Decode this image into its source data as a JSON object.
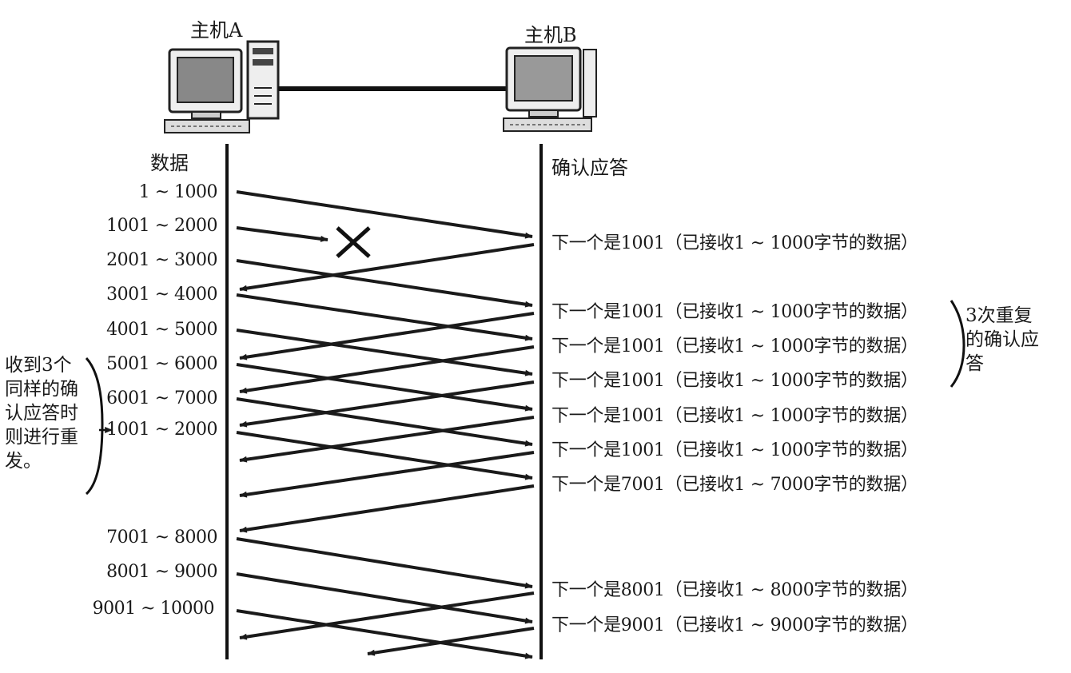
{
  "hosts": {
    "a_label": "主机A",
    "b_label": "主机B"
  },
  "columns": {
    "data_label": "数据",
    "ack_label": "确认应答"
  },
  "segments": [
    "1 ~ 1000",
    "1001 ~ 2000",
    "2001 ~ 3000",
    "3001 ~ 4000",
    "4001 ~ 5000",
    "5001 ~ 6000",
    "6001 ~ 7000",
    "1001 ~ 2000",
    "7001 ~ 8000",
    "8001 ~ 9000",
    "9001 ~ 10000"
  ],
  "acks": [
    "下一个是1001（已接收1 ~ 1000字节的数据）",
    "下一个是1001（已接收1 ~ 1000字节的数据）",
    "下一个是1001（已接收1 ~ 1000字节的数据）",
    "下一个是1001（已接收1 ~ 1000字节的数据）",
    "下一个是1001（已接收1 ~ 1000字节的数据）",
    "下一个是1001（已接收1 ~ 1000字节的数据）",
    "下一个是7001（已接收1 ~ 7000字节的数据）",
    "下一个是8001（已接收1 ~ 8000字节的数据）",
    "下一个是9001（已接收1 ~ 9000字节的数据）"
  ],
  "notes": {
    "left": "收到3个同样的确认应答时则进行重发。",
    "right": "3次重复的确认应答"
  },
  "loss_marker": "×"
}
